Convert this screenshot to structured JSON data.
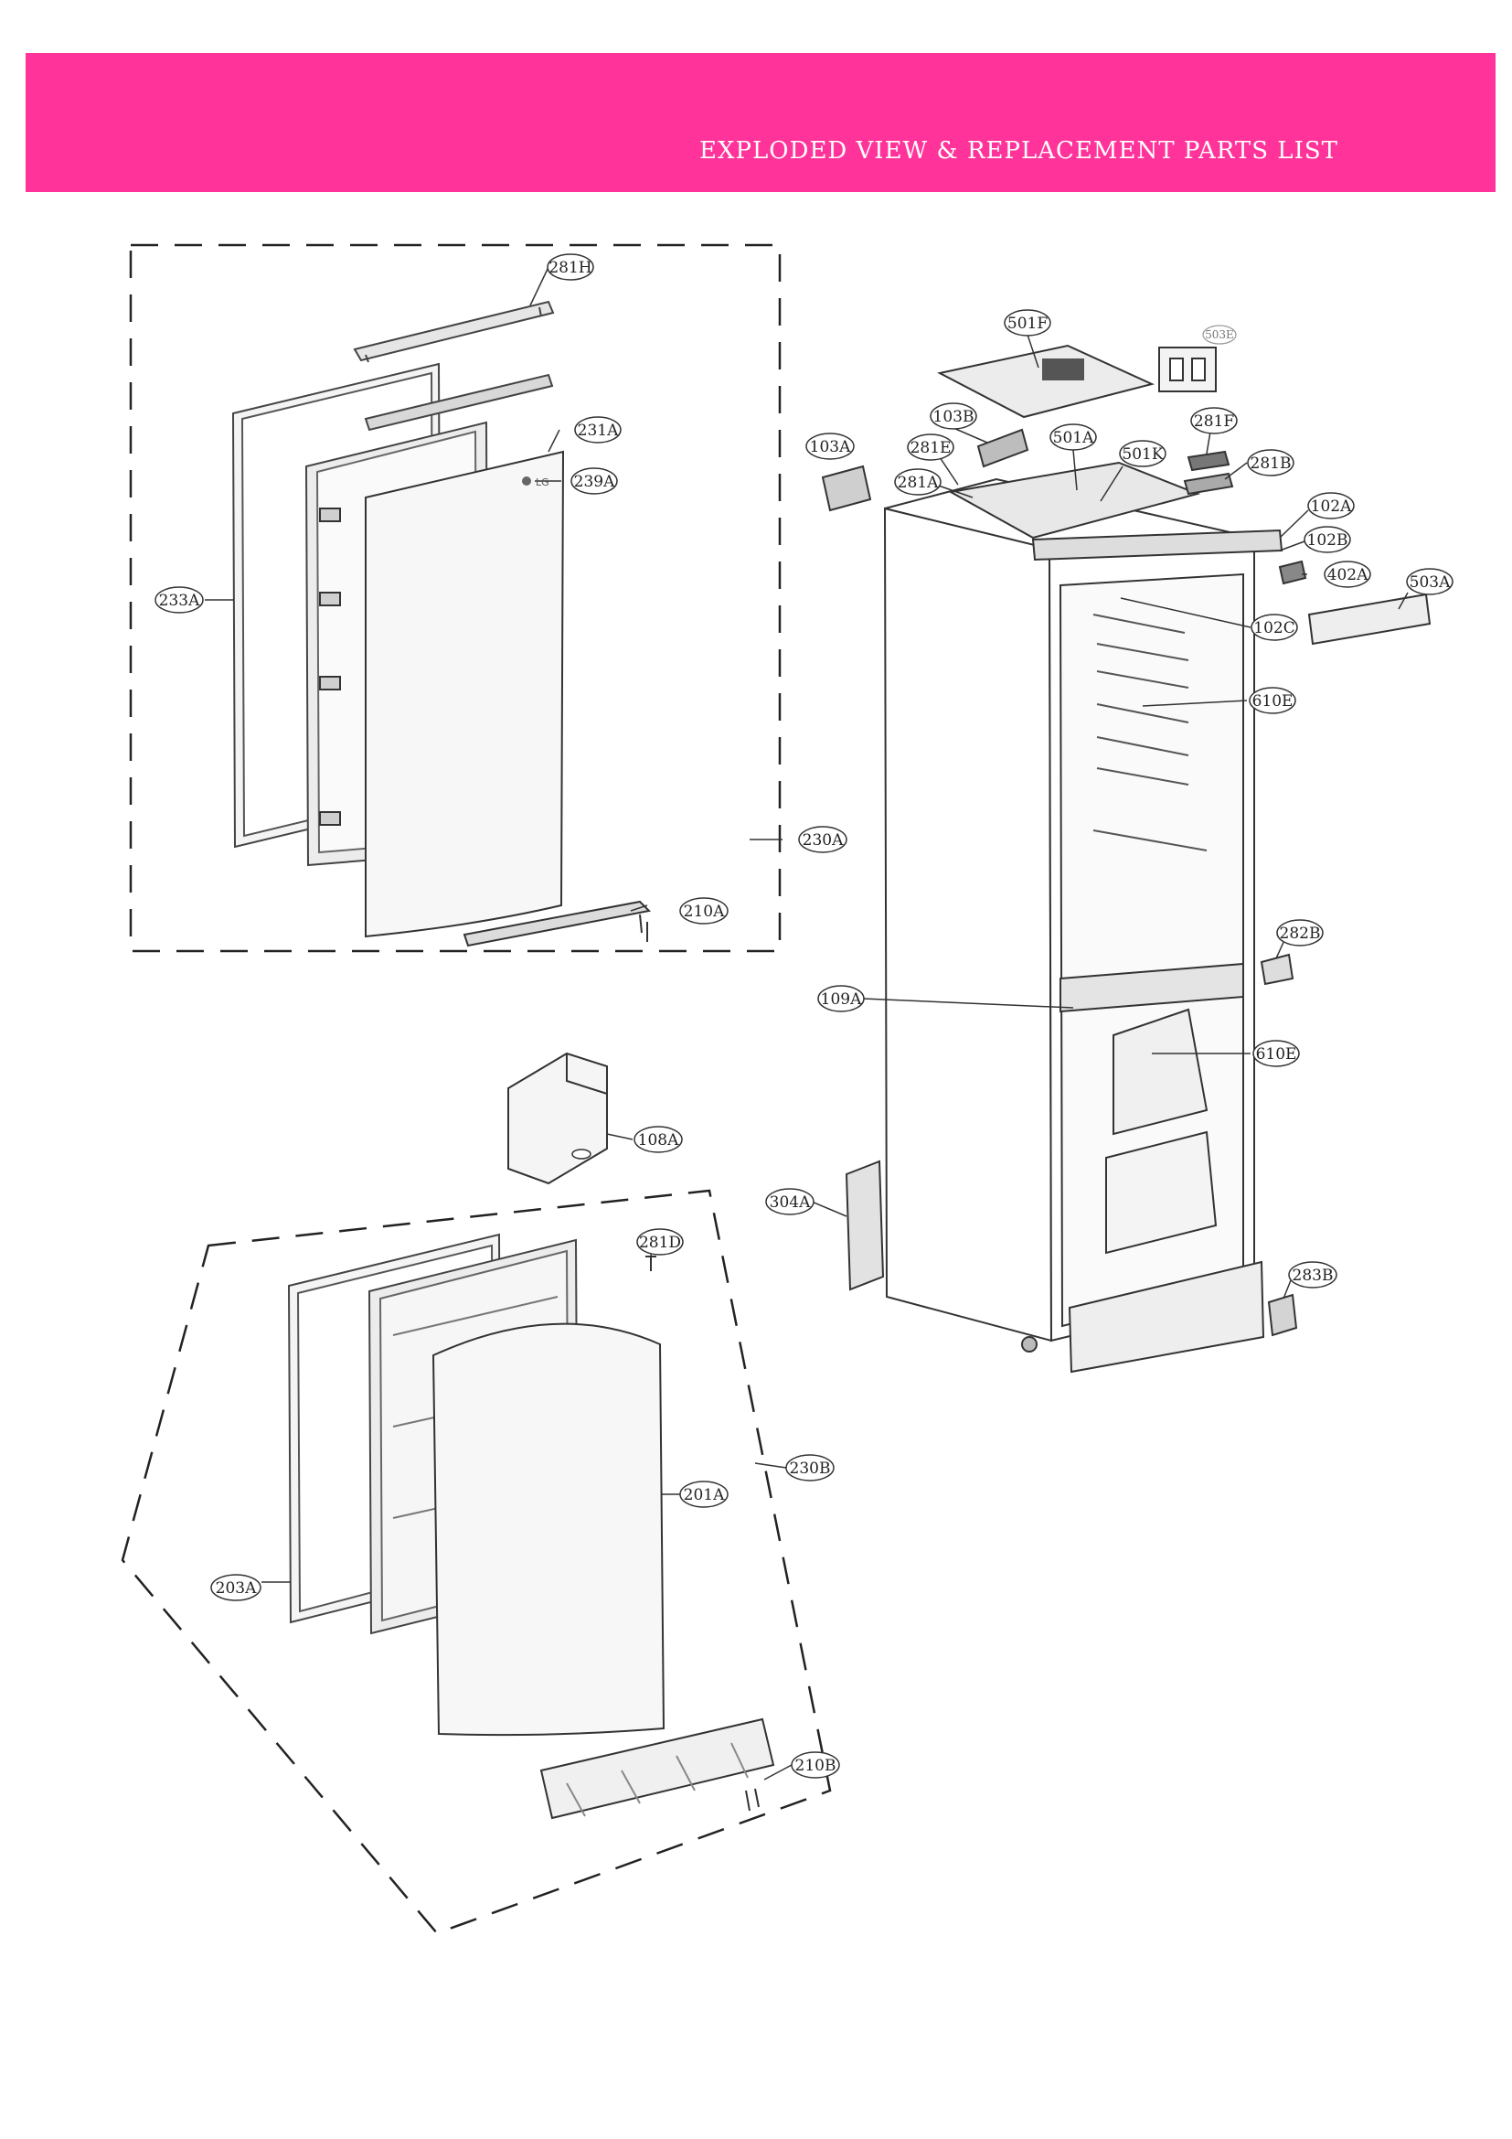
{
  "header": {
    "title": "EXPLODED VIEW & REPLACEMENT PARTS LIST",
    "accent_color": "#ff3399"
  },
  "callouts": {
    "c281H": "281H",
    "c231A": "231A",
    "c239A": "239A",
    "c233A": "233A",
    "c230A": "230A",
    "c210A": "210A",
    "c501F": "501F",
    "c503E": "503E",
    "c103B": "103B",
    "c281F": "281F",
    "c103A": "103A",
    "c281E": "281E",
    "c501A": "501A",
    "c501K": "501K",
    "c281B": "281B",
    "c281A": "281A",
    "c102A": "102A",
    "c102B": "102B",
    "c402A": "402A",
    "c503A": "503A",
    "c102C": "102C",
    "c610E_top": "610E",
    "c282B": "282B",
    "c109A": "109A",
    "c610E_bottom": "610E",
    "c108A": "108A",
    "c304A": "304A",
    "c281D": "281D",
    "c283B": "283B",
    "c230B": "230B",
    "c201A": "201A",
    "c203A": "203A",
    "c210B": "210B"
  },
  "logo_text": "LG"
}
